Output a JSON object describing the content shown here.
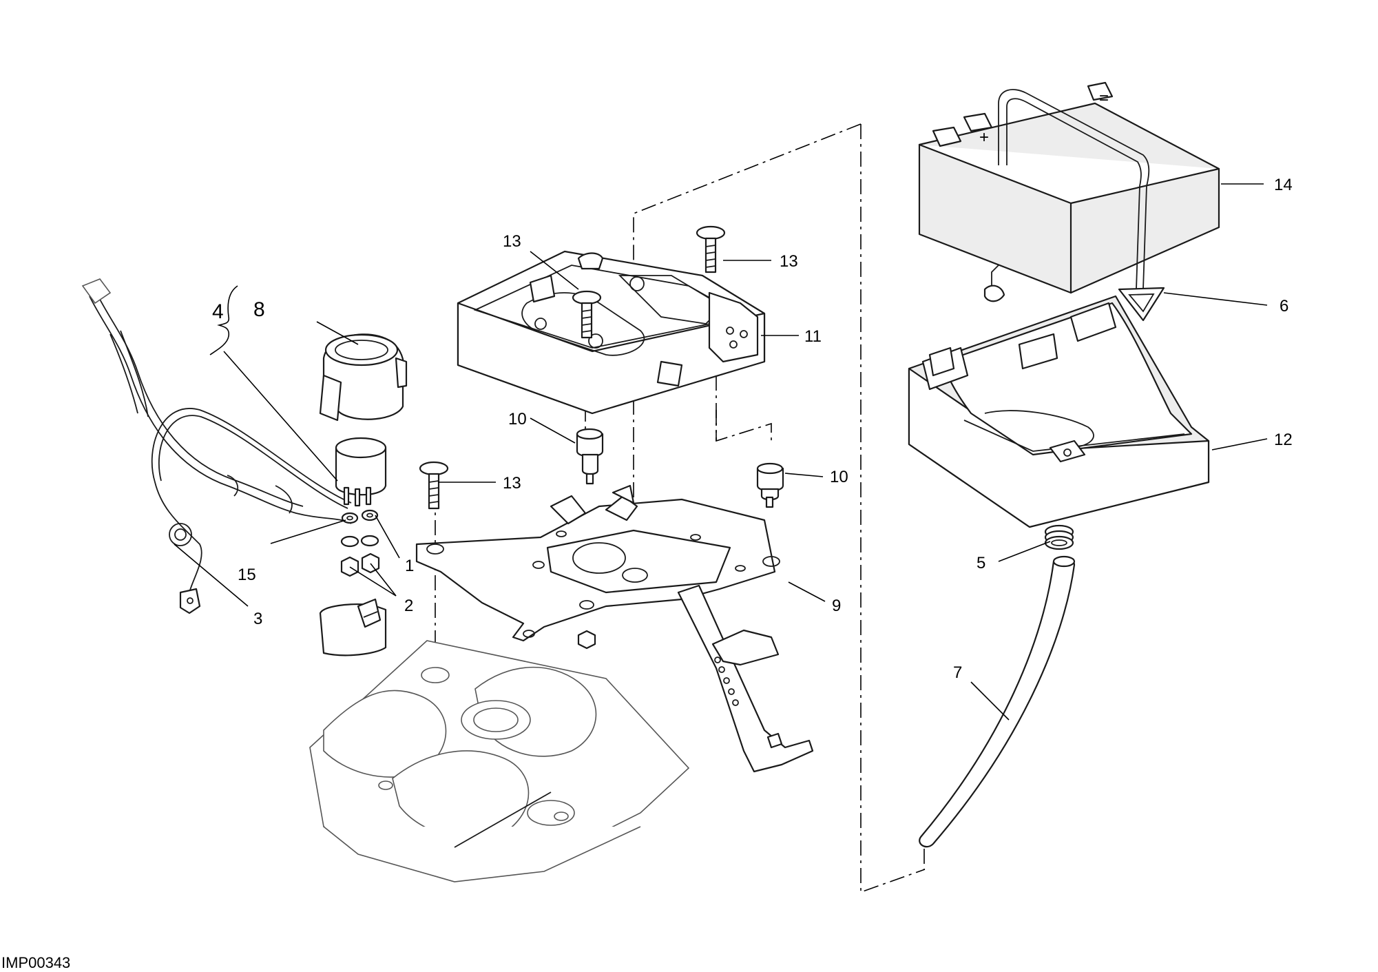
{
  "reference_code": "IMP00343",
  "callouts": {
    "c1": "1",
    "c2": "2",
    "c3": "3",
    "c4": "4",
    "c5": "5",
    "c6": "6",
    "c7": "7",
    "c8": "8",
    "c9": "9",
    "c10": "10",
    "c11": "11",
    "c12": "12",
    "c13": "13",
    "c14": "14",
    "c15": "15"
  }
}
